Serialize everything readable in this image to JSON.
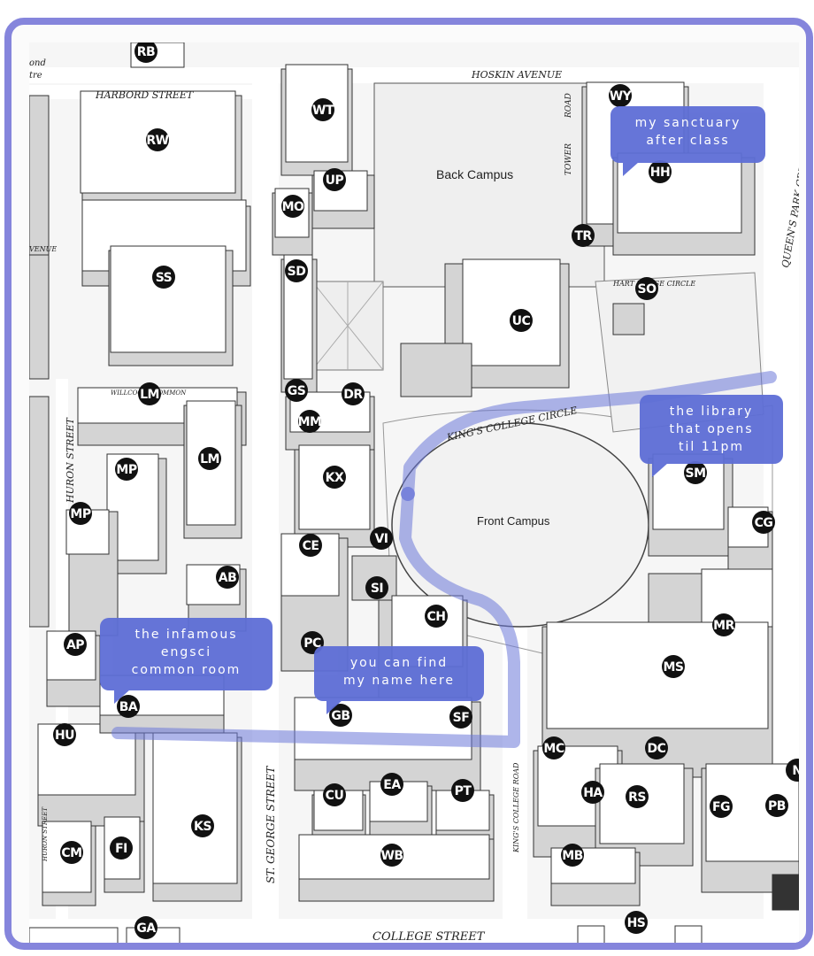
{
  "streets": {
    "hoskin": "HOSKIN AVENUE",
    "harbord": "HARBORD STREET",
    "queens_park": "QUEEN'S PARK CRESCENT WEST",
    "tower": "TOWER",
    "road": "ROAD",
    "hart_house_circle": "HART HOUSE CIRCLE",
    "kings_college_circle": "KING'S COLLEGE CIRCLE",
    "willcocks": "WILLCOCKS COMMON",
    "huron": "HURON STREET",
    "huron_small": "HURON STREET",
    "st_george": "ST. GEORGE STREET",
    "kings_college_road": "KING'S COLLEGE ROAD",
    "college": "COLLEGE STREET",
    "avenue_partial": "VENUE",
    "ond": "ond",
    "tre": "tre"
  },
  "areas": {
    "back_campus": "Back Campus",
    "front_campus": "Front Campus"
  },
  "buildings": [
    "RB",
    "WY",
    "WT",
    "HH",
    "UP",
    "MO",
    "TR",
    "SD",
    "SO",
    "UC",
    "RW",
    "SS",
    "LM",
    "GS",
    "DR",
    "MM",
    "LM",
    "KX",
    "MP",
    "SM",
    "MP",
    "CE",
    "VI",
    "CG",
    "AB",
    "SI",
    "CH",
    "MR",
    "AP",
    "PC",
    "MS",
    "BA",
    "GB",
    "SF",
    "HU",
    "MC",
    "DC",
    "CU",
    "EA",
    "PT",
    "HA",
    "RS",
    "FG",
    "PB",
    "N",
    "KS",
    "CM",
    "FI",
    "WB",
    "MB",
    "GA",
    "HS"
  ],
  "callouts": {
    "sanctuary": [
      "my sanctuary",
      "after class"
    ],
    "library": [
      "the library",
      "that opens",
      "til 11pm"
    ],
    "common_room": [
      "the infamous",
      "engsci",
      "common room"
    ],
    "name": [
      "you can find",
      "my name here"
    ]
  },
  "colors": {
    "frame": "#8585dc",
    "callout": "#5e6ed6",
    "route": "#6b78d8",
    "building_top": "#ffffff",
    "building_side": "#d4d4d4",
    "lawn": "#efefef",
    "path": "#e6e6e6"
  }
}
